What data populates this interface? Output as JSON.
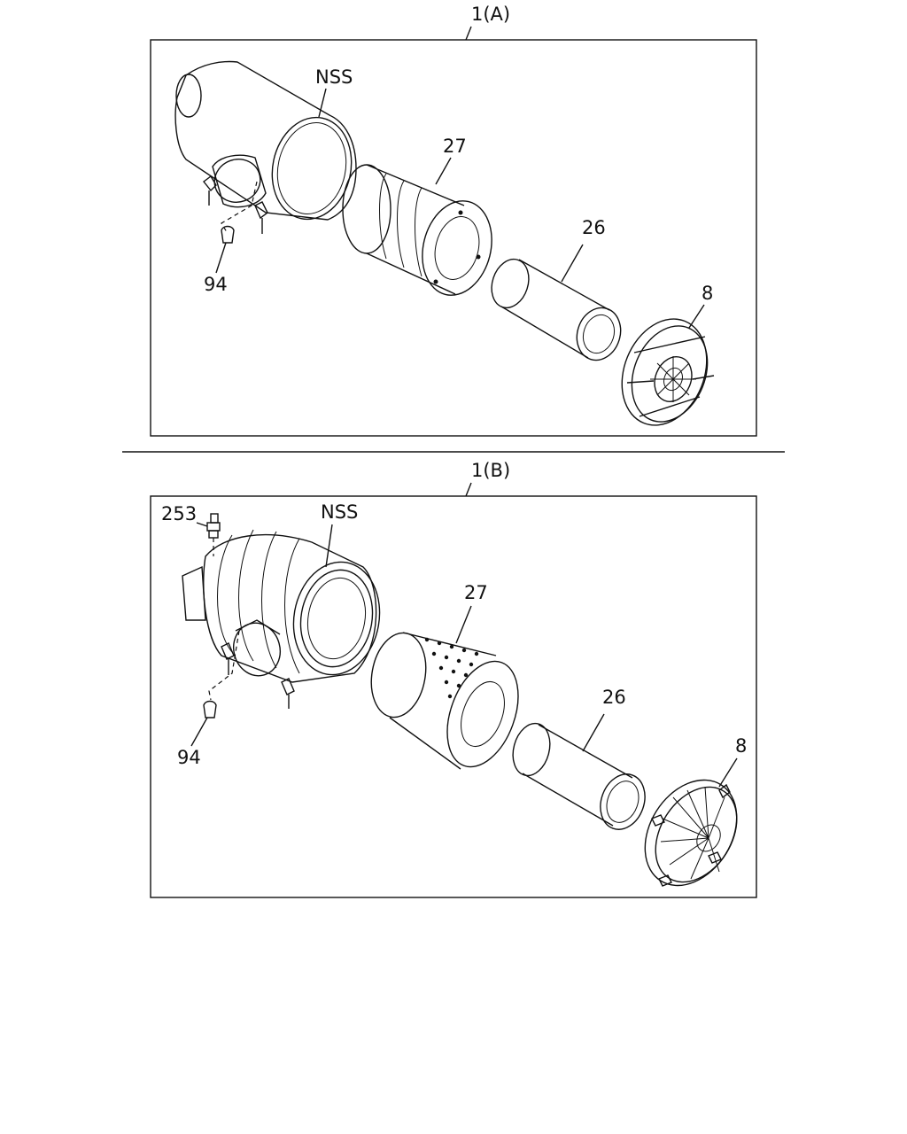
{
  "panels": [
    {
      "id": "a",
      "title": "1(A)",
      "labels": {
        "housing": "NSS",
        "outer_element": "27",
        "inner_element": "26",
        "cover": "8",
        "bracket": "94"
      }
    },
    {
      "id": "b",
      "title": "1(B)",
      "labels": {
        "indicator": "253",
        "housing": "NSS",
        "outer_element": "27",
        "inner_element": "26",
        "cover": "8",
        "bracket": "94"
      }
    }
  ]
}
